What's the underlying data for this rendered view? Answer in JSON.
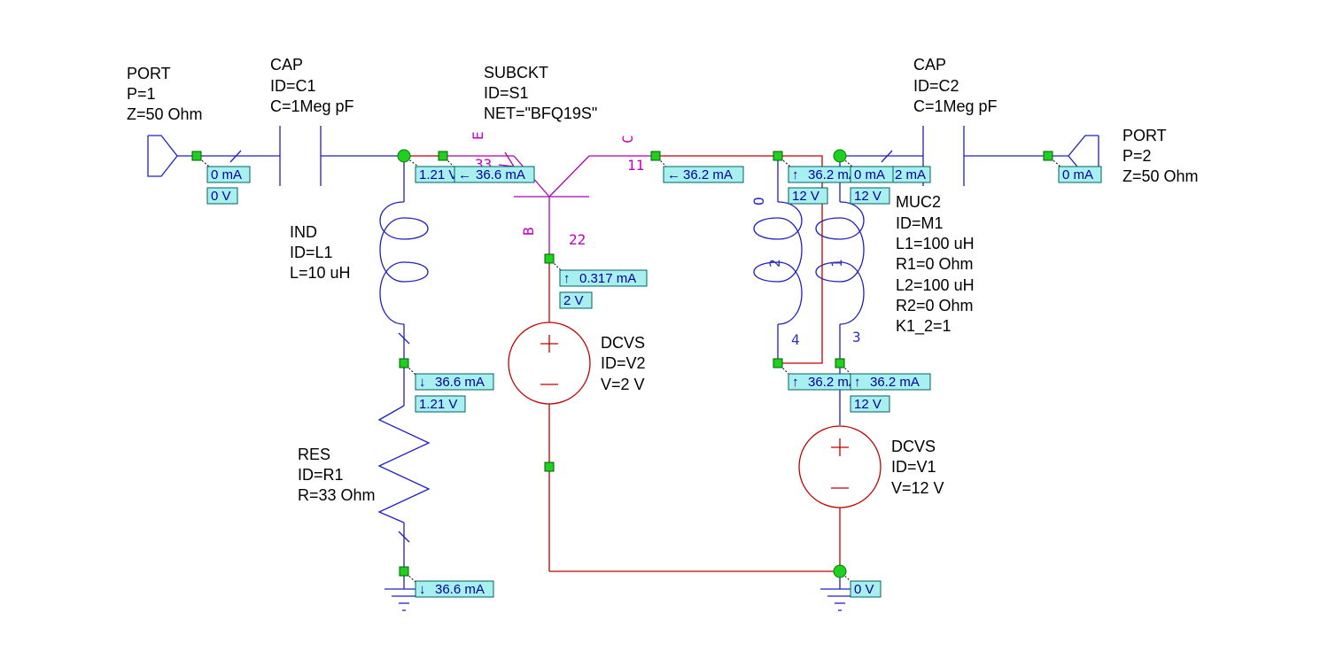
{
  "components": {
    "port1": {
      "type": "PORT",
      "p": "P=1",
      "z": "Z=50 Ohm"
    },
    "cap1": {
      "type": "CAP",
      "id": "ID=C1",
      "c": "C=1Meg pF"
    },
    "subckt": {
      "type": "SUBCKT",
      "id": "ID=S1",
      "net": "NET=\"BFQ19S\"",
      "pin_e": "E",
      "pin_c": "C",
      "pin_b": "B",
      "node_33": "33",
      "node_11": "11",
      "node_22": "22"
    },
    "cap2": {
      "type": "CAP",
      "id": "ID=C2",
      "c": "C=1Meg pF"
    },
    "port2": {
      "type": "PORT",
      "p": "P=2",
      "z": "Z=50 Ohm"
    },
    "ind": {
      "type": "IND",
      "id": "ID=L1",
      "l": "L=10 uH"
    },
    "res": {
      "type": "RES",
      "id": "ID=R1",
      "r": "R=33 Ohm"
    },
    "dcvs2": {
      "type": "DCVS",
      "id": "ID=V2",
      "v": "V=2 V"
    },
    "muc2": {
      "type": "MUC2",
      "id": "ID=M1",
      "l1": "L1=100 uH",
      "r1": "R1=0 Ohm",
      "l2": "L2=100 uH",
      "r2": "R2=0 Ohm",
      "k": "K1_2=1",
      "pin_o": "O",
      "coil2": "2",
      "coil1": "1",
      "node4": "4",
      "node3": "3"
    },
    "dcvs1": {
      "type": "DCVS",
      "id": "ID=V1",
      "v": "V=12 V"
    }
  },
  "annotations": {
    "port1_i": "0 mA",
    "port1_v": "0 V",
    "emitter_v": "1.21 V",
    "emitter_i": "36.6 mA",
    "collector_i": "36.2 mA",
    "muc_top_i": "36.2 mA",
    "cap2_i": "0 mA",
    "cap2_i_hidden": "2 mA",
    "muc_top_v2": "12 V",
    "muc_top_v1": "12 V",
    "port2_i": "0 mA",
    "base_i": "0.317 mA",
    "base_v": "2 V",
    "ind_i": "36.6 mA",
    "ind_v": "1.21 V",
    "muc_bot_i2": "36.2 mA",
    "muc_bot_i1": "36.2 mA",
    "muc_bot_v": "12 V",
    "gnd_r_i": "36.6 mA",
    "gnd_v": "0 V"
  },
  "colors": {
    "wire_default": "#2020c0",
    "wire_dc": "#c00000",
    "subckt": "#b000b0",
    "node": "#20d020",
    "annotation_fill": "#a8f0f0"
  }
}
